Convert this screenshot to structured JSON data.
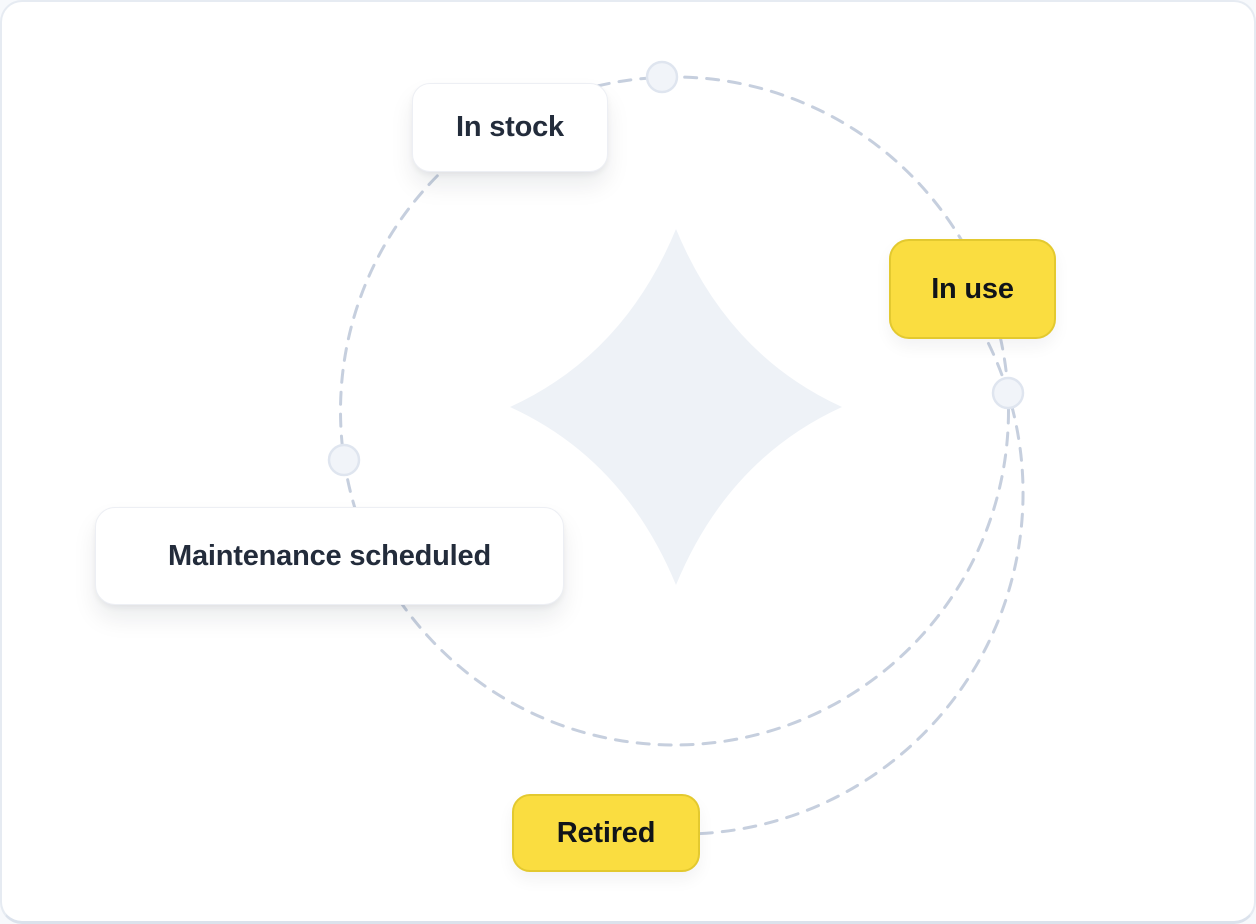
{
  "diagram": {
    "name": "asset-lifecycle-orbit",
    "statuses": [
      {
        "id": "in-stock",
        "label": "In stock",
        "variant": "white",
        "highlighted": false
      },
      {
        "id": "in-use",
        "label": "In use",
        "variant": "yellow",
        "highlighted": true
      },
      {
        "id": "maintenance-scheduled",
        "label": "Maintenance scheduled",
        "variant": "white",
        "highlighted": false
      },
      {
        "id": "retired",
        "label": "Retired",
        "variant": "yellow",
        "highlighted": true
      }
    ],
    "icons": {
      "center": "sparkle-star-icon",
      "orbit_nodes": 3
    },
    "colors": {
      "canvas_bg": "#ffffff",
      "canvas_border": "#e6ebf2",
      "dash_stroke": "#c6cfde",
      "node_fill": "#f1f4f9",
      "node_border": "#dfe5ef",
      "star_fill": "#eef2f7",
      "card_white_bg": "#ffffff",
      "card_white_text": "#232c3b",
      "card_yellow_bg": "#fadd40",
      "card_yellow_border": "#e3c92f",
      "card_yellow_text": "#101419"
    }
  }
}
